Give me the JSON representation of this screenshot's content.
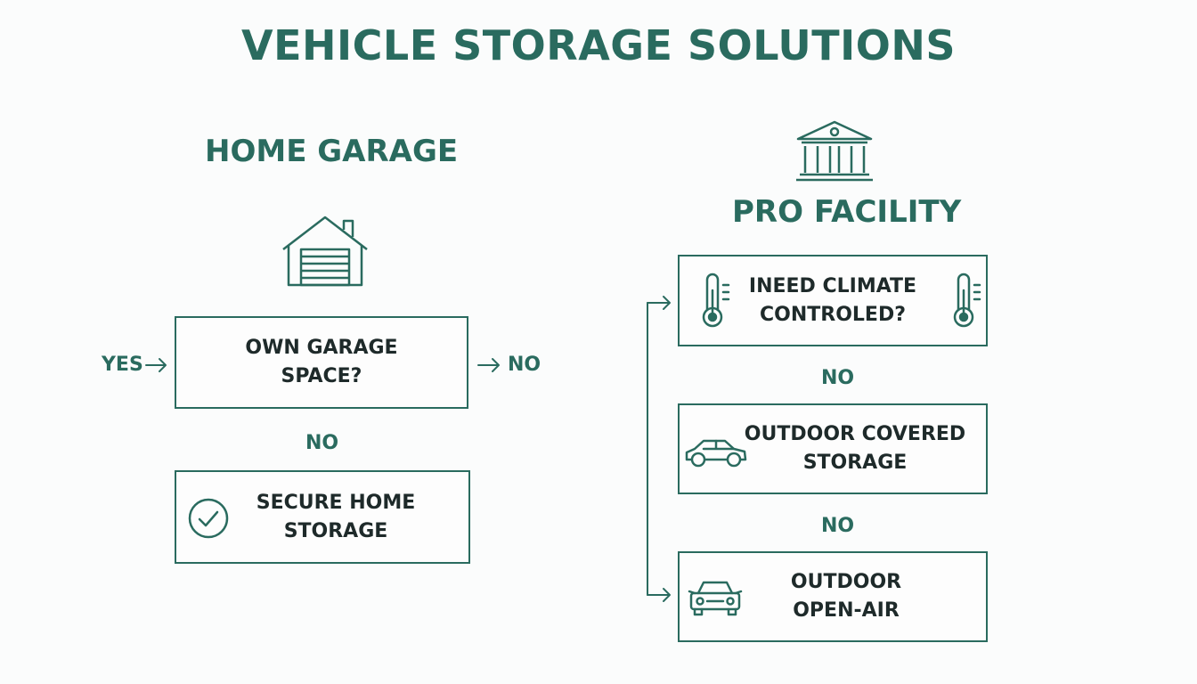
{
  "title": "VEHICLE STORAGE SOLUTIONS",
  "colors": {
    "accent": "#2a6b5f",
    "text": "#1e2a2a",
    "background": "#fbfcfc"
  },
  "home": {
    "heading": "HOME GARAGE",
    "icon": "garage-icon",
    "question": "OWN GARAGE\nSPACE?",
    "yes_label": "YES",
    "no_right_label": "NO",
    "no_down_label": "NO",
    "result": "SECURE HOME\nSTORAGE",
    "result_icon": "check-circle-icon"
  },
  "pro": {
    "heading": "PRO FACILITY",
    "icon": "building-icon",
    "question": "INEED CLIMATE\nCONTROLED?",
    "question_icon": "thermometer-icon",
    "no_label_1": "NO",
    "covered": "OUTDOOR COVERED\nSTORAGE",
    "covered_icon": "car-side-icon",
    "no_label_2": "NO",
    "open_air": "OUTDOOR\nOPEN-AIR",
    "open_air_icon": "car-front-icon"
  }
}
